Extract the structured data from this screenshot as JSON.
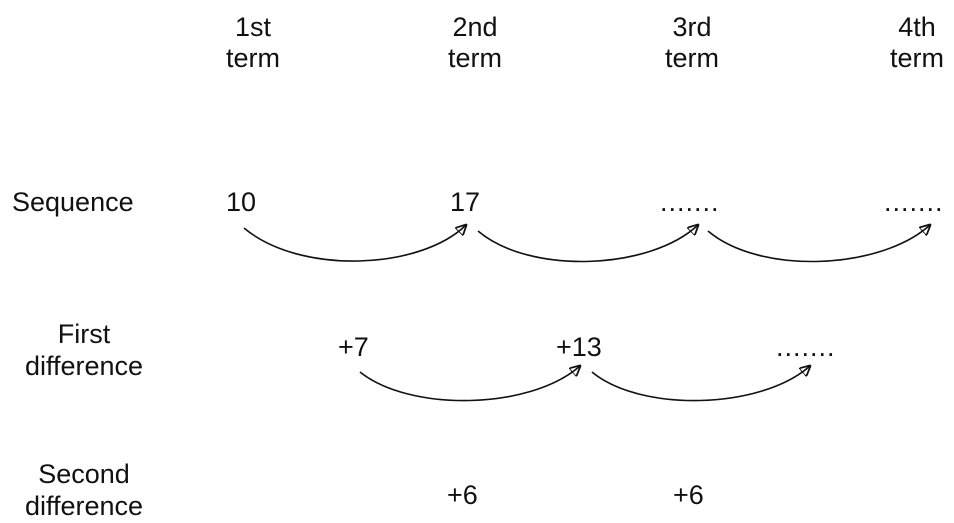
{
  "headers": [
    {
      "line1": "1st",
      "line2": "term"
    },
    {
      "line1": "2nd",
      "line2": "term"
    },
    {
      "line1": "3rd",
      "line2": "term"
    },
    {
      "line1": "4th",
      "line2": "term"
    }
  ],
  "rows": {
    "sequence": {
      "label": "Sequence",
      "values": [
        "10",
        "17",
        ".......",
        "......."
      ]
    },
    "first_difference": {
      "label_line1": "First",
      "label_line2": "difference",
      "values": [
        "+7",
        "+13",
        "......."
      ]
    },
    "second_difference": {
      "label_line1": "Second",
      "label_line2": "difference",
      "values": [
        "+6",
        "+6"
      ]
    }
  },
  "colors": {
    "text": "#111111",
    "background": "#ffffff"
  }
}
